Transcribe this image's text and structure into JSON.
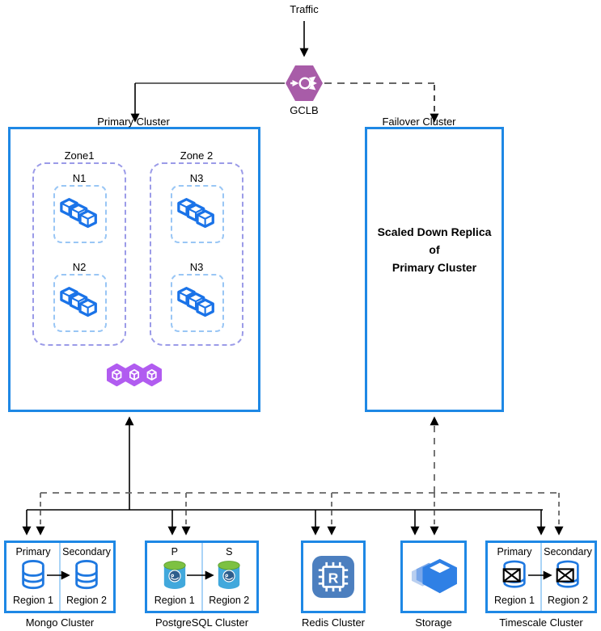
{
  "top": {
    "traffic_label": "Traffic",
    "gclb_label": "GCLB"
  },
  "primary_cluster": {
    "label": "Primary Cluster",
    "zones": [
      {
        "label": "Zone1",
        "nodes": [
          "N1",
          "N2"
        ]
      },
      {
        "label": "Zone 2",
        "nodes": [
          "N3",
          "N3"
        ]
      }
    ]
  },
  "failover_cluster": {
    "label": "Failover Cluster",
    "body": "Scaled Down Replica\nof\nPrimary Cluster"
  },
  "stores": {
    "mongo": {
      "title": "Mongo Cluster",
      "role_primary": "Primary",
      "role_secondary": "Secondary",
      "region_primary": "Region 1",
      "region_secondary": "Region 2"
    },
    "postgres": {
      "title": "PostgreSQL Cluster",
      "role_primary": "P",
      "role_secondary": "S",
      "region_primary": "Region 1",
      "region_secondary": "Region 2"
    },
    "redis": {
      "title": "Redis Cluster",
      "icon_letter": "R"
    },
    "storage": {
      "title": "Storage"
    },
    "timescale": {
      "title": "Timescale Cluster",
      "role_primary": "Primary",
      "role_secondary": "Secondary",
      "region_primary": "Region 1",
      "region_secondary": "Region 2"
    }
  },
  "icons": {
    "gclb": "load-balancer-icon",
    "node_workload": "cubes-icon",
    "cluster_workloads": "purple-pods-icon",
    "mongo": "database-cylinder-icon",
    "postgres": "postgresql-cylinder-icon",
    "redis": "memory-chip-icon",
    "storage": "storage-box-icon",
    "timescale": "timescale-database-icon"
  },
  "colors": {
    "cluster_border_blue": "#1E88E5",
    "zone_border_purple": "#9B9BE8",
    "node_border_blue": "#99C6F5",
    "gclb_purple": "#A85CA8",
    "workload_purple": "#B15CF0",
    "icon_blue": "#1A73E8",
    "redis_chip_blue": "#4C7FBF",
    "postgres_green": "#7DC142",
    "postgres_body_blue": "#41A8DC",
    "storage_blue": "#2F80E5",
    "line_gray": "#666666",
    "line_black": "#000000"
  }
}
